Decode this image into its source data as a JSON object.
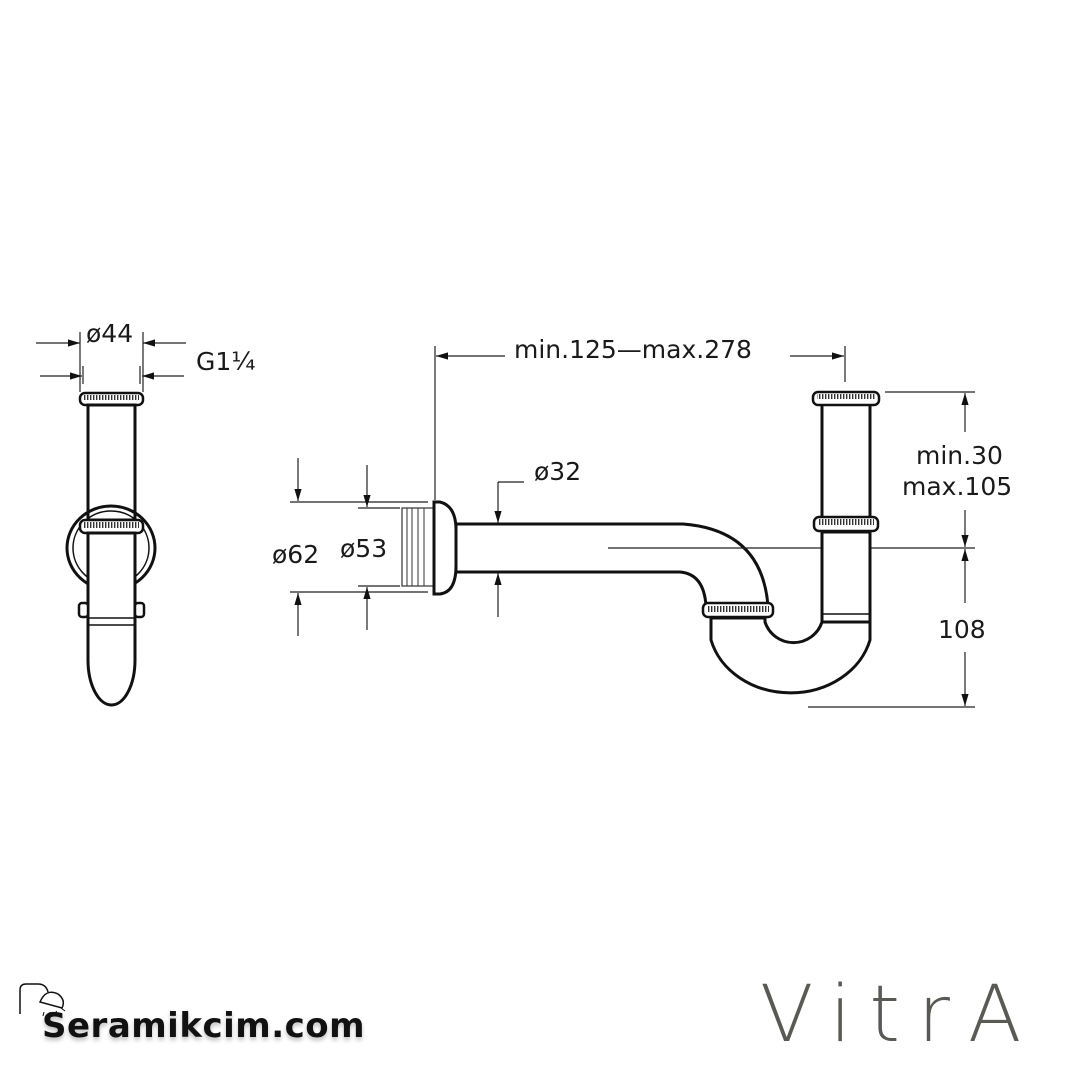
{
  "drawing": {
    "title": "Bottle trap technical drawing",
    "side_view": {
      "labels": {
        "diameter_top": "ø44",
        "thread": "G1¼"
      }
    },
    "front_view": {
      "labels": {
        "horizontal_range": "min.125—max.278",
        "outlet_diameter": "ø32",
        "wall_flange_outer": "ø62",
        "wall_flange_inner": "ø53",
        "height_adjust_min": "min.30",
        "height_adjust_max": "max.105",
        "trap_depth": "108"
      }
    },
    "colors": {
      "line": "#111111",
      "background": "#ffffff"
    }
  },
  "branding": {
    "retailer_logo_text": "Seramikcim.com",
    "retailer_icon": "shower-head-icon",
    "manufacturer_logo_text": "VitrA",
    "manufacturer_color": "#5a5a55"
  }
}
